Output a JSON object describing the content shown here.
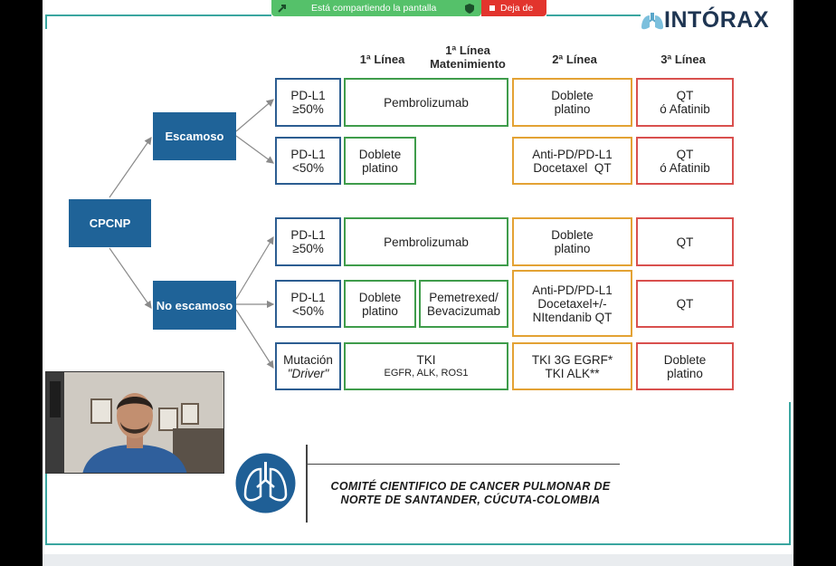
{
  "screen_share": {
    "status_label": "Está compartiendo la pantalla",
    "stop_label": "Deja de"
  },
  "logo": {
    "text": "INTÓRAX"
  },
  "headers": {
    "first_line": "1ª Línea",
    "maintenance_line1": "1ª Línea",
    "maintenance_line2": "Matenimiento",
    "second_line": "2ª Línea",
    "third_line": "3ª Línea"
  },
  "root": {
    "label": "CPCNP"
  },
  "branches": {
    "squamous": "Escamoso",
    "non_squamous": "No escamoso"
  },
  "rows": [
    {
      "criterion": [
        "PD-L1",
        "≥50%"
      ],
      "first": "Pembrolizumab",
      "second": [
        "Doblete",
        "platino"
      ],
      "third": [
        "QT",
        "ó Afatinib"
      ]
    },
    {
      "criterion": [
        "PD-L1",
        "<50%"
      ],
      "first": [
        "Doblete",
        "platino"
      ],
      "second": [
        "Anti-PD/PD-L1",
        "Docetaxel  QT"
      ],
      "third": [
        "QT",
        "ó Afatinib"
      ]
    },
    {
      "criterion": [
        "PD-L1",
        "≥50%"
      ],
      "first": "Pembrolizumab",
      "second": [
        "Doblete",
        "platino"
      ],
      "third": "QT"
    },
    {
      "criterion": [
        "PD-L1",
        "<50%"
      ],
      "first": [
        "Doblete",
        "platino"
      ],
      "maintenance": [
        "Pemetrexed/",
        "Bevacizumab"
      ],
      "second": [
        "Anti-PD/PD-L1",
        "Docetaxel+/-",
        "NItendanib QT"
      ],
      "third": "QT"
    },
    {
      "criterion": [
        "Mutación",
        "\"Driver\""
      ],
      "first": [
        "TKI",
        "EGFR, ALK, ROS1"
      ],
      "second": [
        "TKI 3G EGRF*",
        "TKI ALK**"
      ],
      "third": [
        "Doblete",
        "platino"
      ]
    }
  ],
  "footer": {
    "committee_line1": "COMITÉ CIENTIFICO DE CANCER PULMONAR DE",
    "committee_line2": "NORTE DE SANTANDER, CÚCUTA-COLOMBIA"
  },
  "colors": {
    "blue": "#2c5d91",
    "dark_blue": "#1f6398",
    "green": "#3f9c4b",
    "orange": "#e3a234",
    "red": "#d9504e",
    "teal": "#3aa6a0",
    "share_green": "#55c16a",
    "stop_red": "#e2342d"
  },
  "icons": {
    "share": "share-arrow-icon",
    "shield": "shield-icon",
    "lungs": "lungs-icon"
  }
}
